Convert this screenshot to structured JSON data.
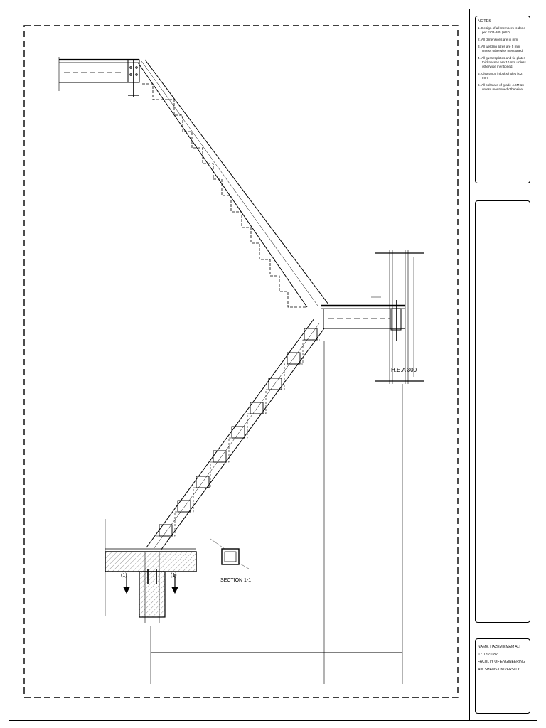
{
  "labels": {
    "beam_profile": "H.E.A 300",
    "section_title": "SECTION 1-1",
    "section_mark_left": "(1)",
    "section_mark_right": "(1)"
  },
  "notes": {
    "title": "NOTES",
    "items": [
      "1. Design of all members is done per ECP-205 (ASD).",
      "2. All dimensions are in mm.",
      "3. All welding sizes are 5 mm unless otherwise mentioned.",
      "4. All gusset plates and tie plates thicknesses are 10 mm unless otherwise mentioned.",
      "5. Clearance in bolts holes is 2 mm.",
      "6. All bolts are of grade 4.6M 16 unless mentioned otherwise."
    ]
  },
  "title_block": {
    "name": "NAME: HAZEM EMAM ALI",
    "id": "ID: 12P1082",
    "faculty": "FACULTY OF ENGINEERING",
    "university": "AIN SHAMS UNIVERSITY"
  },
  "colors": {
    "line": "#000000",
    "hatch": "#555555",
    "paper": "#ffffff"
  }
}
